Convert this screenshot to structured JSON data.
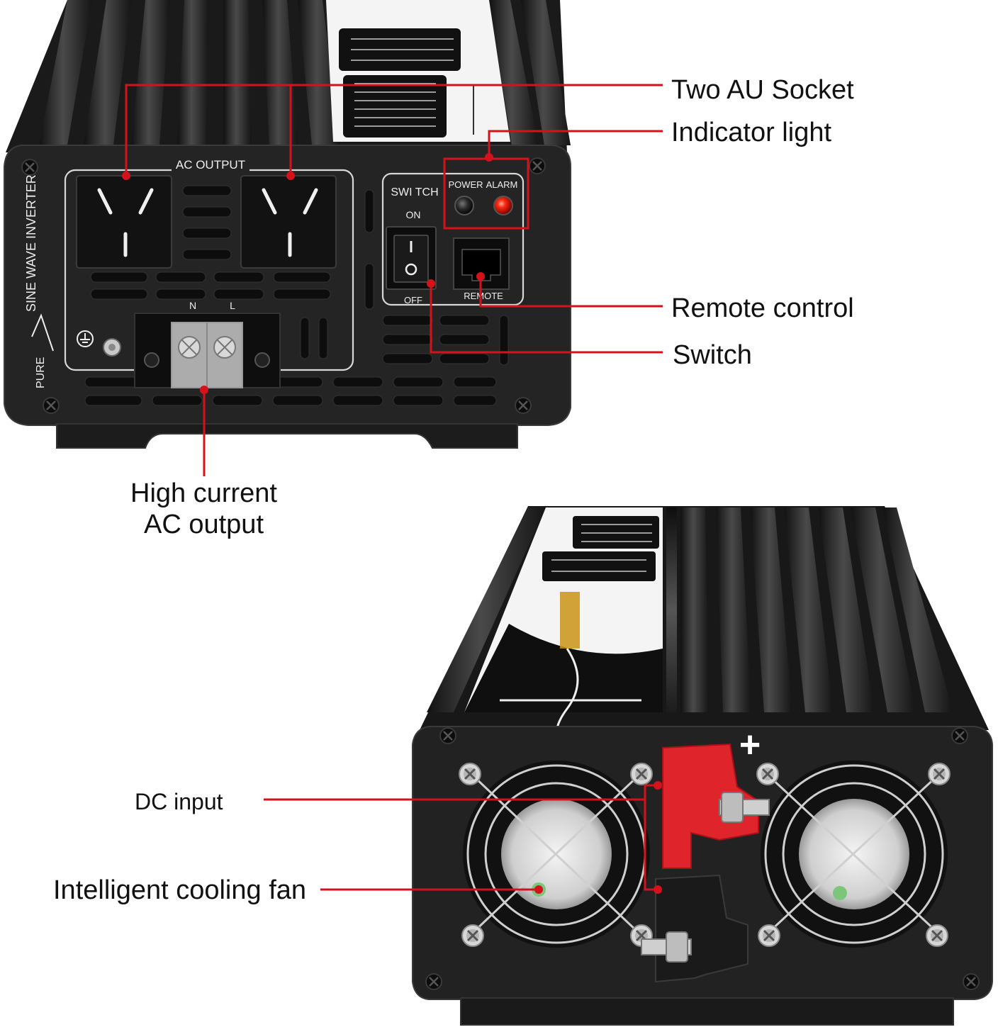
{
  "callouts": {
    "two_au_socket": "Two AU Socket",
    "indicator_light": "Indicator light",
    "remote_control": "Remote control",
    "switch": "Switch",
    "high_current_line1": "High current",
    "high_current_line2": "AC output",
    "dc_input": "DC input",
    "cooling_fan": "Intelligent cooling fan"
  },
  "panel_labels": {
    "ac_output": "AC  OUTPUT",
    "switch": "SWI TCH",
    "on": "ON",
    "off": "OFF",
    "power": "POWER",
    "alarm": "ALARM",
    "remote": "REMOTE",
    "side_text": "SINE WAVE INVERTER",
    "pure": "PURE",
    "neutral": "N",
    "live": "L",
    "plus": "+"
  },
  "colors": {
    "leader_line": "#d4121c",
    "body_dark": "#1b1b1b",
    "panel": "#222222",
    "fin_light": "#5a5a5a",
    "label_white": "#f2f2f2",
    "positive_terminal": "#e0242b",
    "negative_terminal": "#1a1a1a",
    "alarm_led": "#ff2a10"
  },
  "icons": {
    "ground": "ground-symbol-icon",
    "fan": "fan-guard-icon",
    "screw": "screw-icon"
  }
}
